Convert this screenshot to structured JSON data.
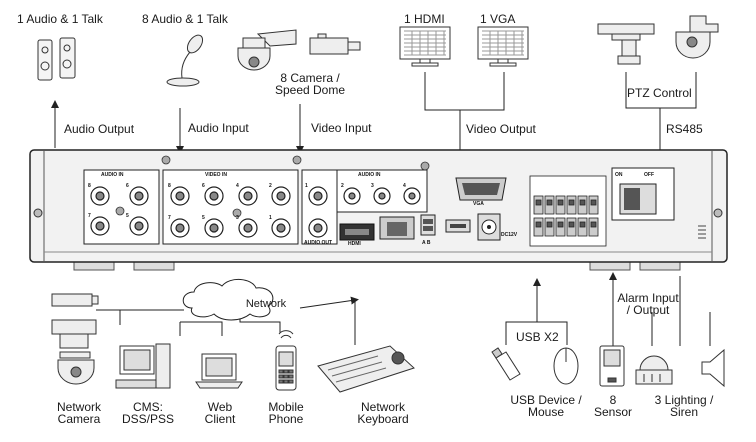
{
  "top_labels": {
    "audio_talk_1": "1 Audio  & 1 Talk",
    "audio_talk_8": "8 Audio & 1 Talk",
    "camera_speed_dome_line1": "8 Camera /",
    "camera_speed_dome_line2": "Speed Dome",
    "hdmi": "1 HDMI",
    "vga": "1 VGA",
    "audio_output": "Audio  Output",
    "audio_input": "Audio  Input",
    "video_input": "Video Input",
    "video_output": "Video Output",
    "ptz_control": "PTZ Control",
    "rs485": "RS485"
  },
  "panel_labels": {
    "audio_in_left": "AUDIO IN",
    "video_in": "VIDEO IN",
    "audio_in_right": "AUDIO IN",
    "audio_out": "AUDIO OUT",
    "hdmi": "HDMI",
    "vga": "VGA",
    "dc12v": "DC12V",
    "ab": "A B",
    "on": "ON",
    "off": "OFF",
    "num_1": "1",
    "num_2": "2",
    "num_3": "3",
    "num_4": "4",
    "num_5": "5",
    "num_6": "6",
    "num_7": "7",
    "num_8": "8"
  },
  "bottom_labels": {
    "network": "Network",
    "network_camera_line1": "Network",
    "network_camera_line2": "Camera",
    "cms_line1": "CMS:",
    "cms_line2": "DSS/PSS",
    "web_client_line1": "Web",
    "web_client_line2": "Client",
    "mobile_phone_line1": "Mobile",
    "mobile_phone_line2": "Phone",
    "network_keyboard_line1": "Network",
    "network_keyboard_line2": "Keyboard",
    "usb_x2": "USB X2",
    "usb_device_line1": "USB Device /",
    "usb_device_line2": "Mouse",
    "sensor_line1": "8",
    "sensor_line2": "Sensor",
    "alarm_line1": "Alarm Input",
    "alarm_line2": "/ Output",
    "lighting_line1": "3 Lighting /",
    "lighting_line2": "Siren"
  }
}
